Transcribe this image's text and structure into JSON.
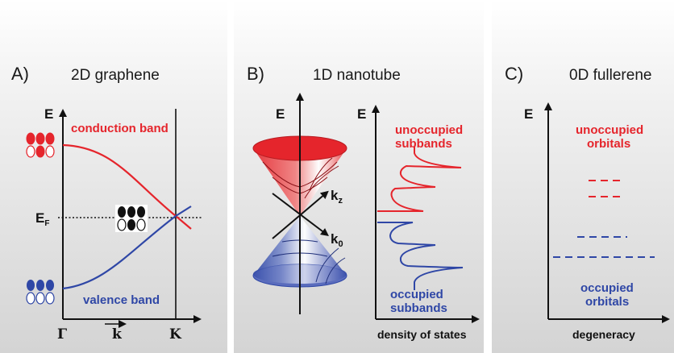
{
  "panels": {
    "a": {
      "letter": "A)",
      "title": "2D graphene",
      "axis_e": "E",
      "conduction": "conduction band",
      "valence": "valence band",
      "fermi": "E",
      "fermi_sub": "F",
      "gamma": "Γ",
      "k": "k",
      "kpoint": "K"
    },
    "b": {
      "letter": "B)",
      "title": "1D nanotube",
      "axis_e_left": "E",
      "axis_e_right": "E",
      "kz": "k",
      "kz_sub": "z",
      "ko": "k",
      "ko_sub": "0",
      "unocc_line1": "unoccupied",
      "unocc_line2": "subbands",
      "occ_line1": "occupied",
      "occ_line2": "subbands",
      "xlabel": "density of states"
    },
    "c": {
      "letter": "C)",
      "title": "0D fullerene",
      "axis_e": "E",
      "unocc_line1": "unoccupied",
      "unocc_line2": "orbitals",
      "occ_line1": "occupied",
      "occ_line2": "orbitals",
      "xlabel": "degeneracy"
    }
  },
  "colors": {
    "red": "#e5252c",
    "blue": "#2f47a6",
    "panel_top": "#ffffff",
    "panel_bottom": "#d6d6d6"
  }
}
